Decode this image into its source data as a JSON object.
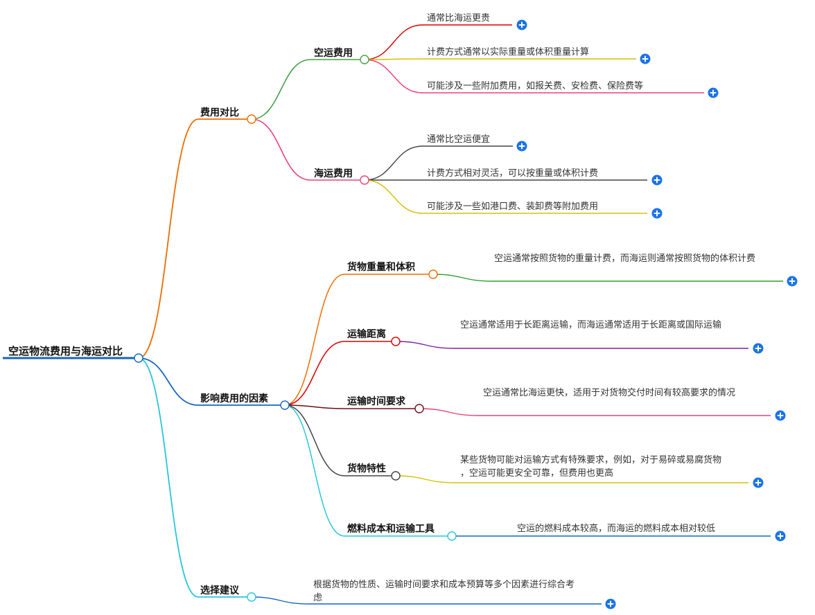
{
  "title": "空运物流费用与海运对比",
  "branches": [
    {
      "label": "费用对比",
      "children": [
        {
          "label": "空运费用",
          "leaves": [
            "通常比海运更贵",
            "计费方式通常以实际重量或体积重量计算",
            "可能涉及一些附加费用，如报关费、安检费、保险费等"
          ]
        },
        {
          "label": "海运费用",
          "leaves": [
            "通常比空运便宜",
            "计费方式相对灵活，可以按重量或体积计费",
            "可能涉及一些如港口费、装卸费等附加费用"
          ]
        }
      ]
    },
    {
      "label": "影响费用的因素",
      "children": [
        {
          "label": "货物重量和体积",
          "leaves": [
            "空运通常按照货物的重量计费，而海运则通常按照货物的体积计费"
          ]
        },
        {
          "label": "运输距离",
          "leaves": [
            "空运通常适用于长距离运输，而海运通常适用于长距离或国际运输"
          ]
        },
        {
          "label": "运输时间要求",
          "leaves": [
            "空运通常比海运更快，适用于对货物交付时间有较高要求的情况"
          ]
        },
        {
          "label": "货物特性",
          "leaves": [
            "某些货物可能对运输方式有特殊要求，例如，对于易碎或易腐货物，空运可能更安全可靠，但费用也更高"
          ]
        },
        {
          "label": "燃料成本和运输工具",
          "leaves": [
            "空运的燃料成本较高，而海运的燃料成本相对较低"
          ]
        }
      ]
    },
    {
      "label": "选择建议",
      "leaves": [
        "根据货物的性质、运输时间要求和成本预算等多个因素进行综合考虑"
      ]
    }
  ],
  "colors": {
    "root": "#1565c0",
    "cost_compare": "#ef6c00",
    "factors": "#1565c0",
    "advice": "#26c6da",
    "air": "#43a047",
    "sea": "#ec407a",
    "leaf_red": "#d50000",
    "leaf_yellow": "#d4c100",
    "leaf_pink": "#ec407a",
    "leaf_dark": "#444444",
    "leaf_green": "#2e9e2e",
    "leaf_purple": "#7b1fa2",
    "leaf_brown": "#6d1010",
    "plus": "#1a73e8"
  },
  "icons": {
    "expand": "plus-circle-icon"
  }
}
